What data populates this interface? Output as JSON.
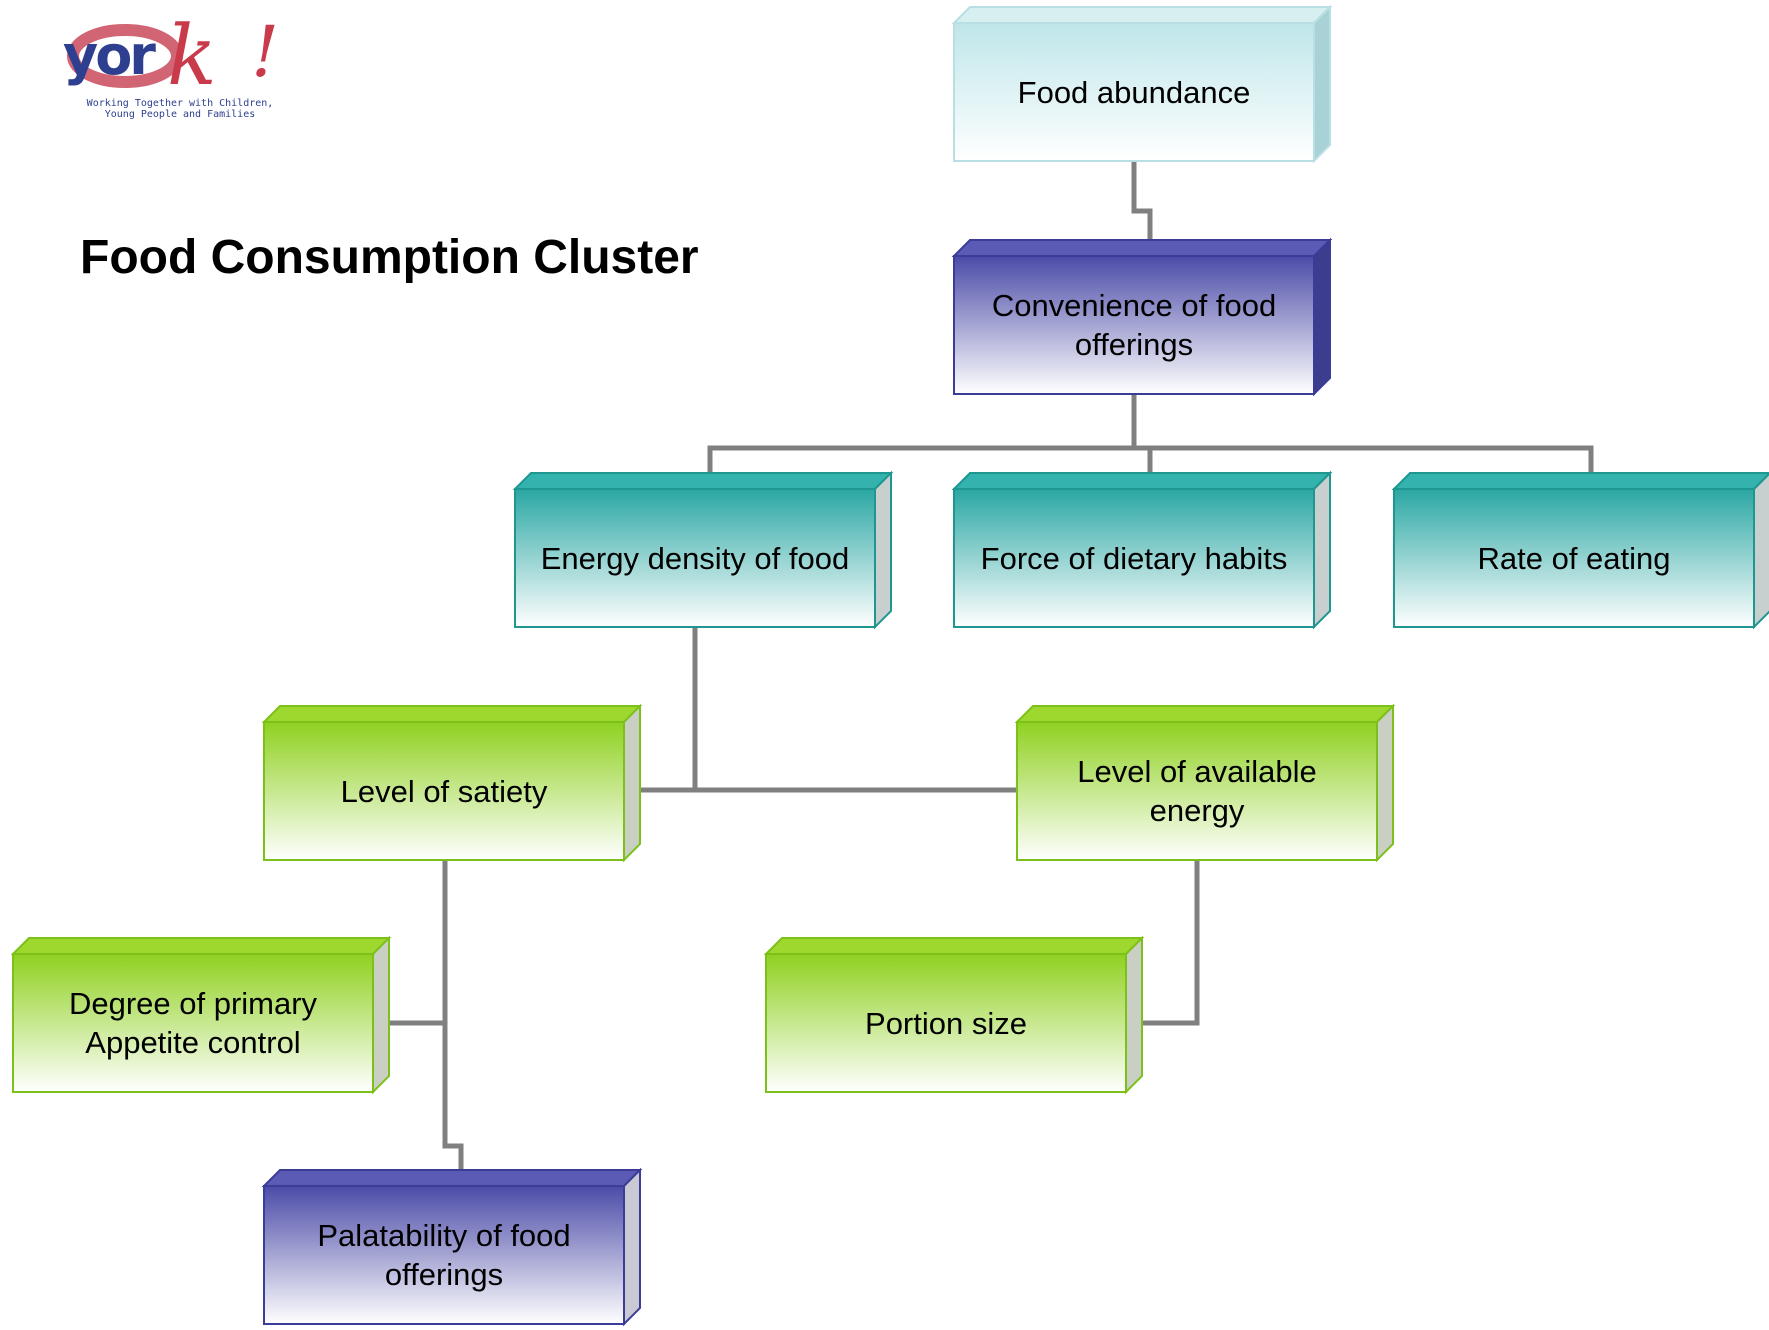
{
  "logo": {
    "wordmark": "york!",
    "tagline": "Working Together with Children,\nYoung People and Families"
  },
  "title": "Food Consumption Cluster",
  "nodes": {
    "food_abundance": "Food abundance",
    "convenience": "Convenience of food\nofferings",
    "energy_density": "Energy density of food",
    "dietary_habits": "Force of dietary habits",
    "rate_eating": "Rate of eating",
    "satiety": "Level of satiety",
    "available_energy": "Level of available\nenergy",
    "appetite_control": "Degree of primary\nAppetite control",
    "portion_size": "Portion size",
    "palatability": "Palatability of food\nofferings"
  },
  "colors": {
    "light_blue": "#bfe6ea",
    "indigo": "#4b4ba8",
    "teal": "#2aa7a3",
    "green": "#8fd120",
    "connector": "#7f7f7f"
  }
}
